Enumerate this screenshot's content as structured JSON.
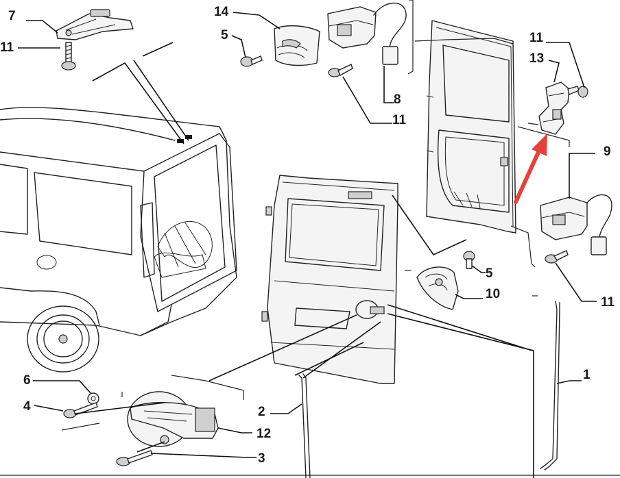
{
  "diagram": {
    "callouts": [
      {
        "id": "c7a",
        "label": "7"
      },
      {
        "id": "c11a",
        "label": "11"
      },
      {
        "id": "c14",
        "label": "14"
      },
      {
        "id": "c5a",
        "label": "5"
      },
      {
        "id": "c8",
        "label": "8"
      },
      {
        "id": "c11b",
        "label": "11"
      },
      {
        "id": "c11c",
        "label": "11"
      },
      {
        "id": "c13",
        "label": "13"
      },
      {
        "id": "c9",
        "label": "9"
      },
      {
        "id": "c5b",
        "label": "5"
      },
      {
        "id": "c10",
        "label": "10"
      },
      {
        "id": "c11d",
        "label": "11"
      },
      {
        "id": "c1",
        "label": "1"
      },
      {
        "id": "c6",
        "label": "6"
      },
      {
        "id": "c4",
        "label": "4"
      },
      {
        "id": "c2",
        "label": "2"
      },
      {
        "id": "c12",
        "label": "12"
      },
      {
        "id": "c3",
        "label": "3"
      }
    ],
    "colors": {
      "ink": "#222222",
      "arrow": "#e8413a",
      "background": "#ffffff"
    }
  }
}
